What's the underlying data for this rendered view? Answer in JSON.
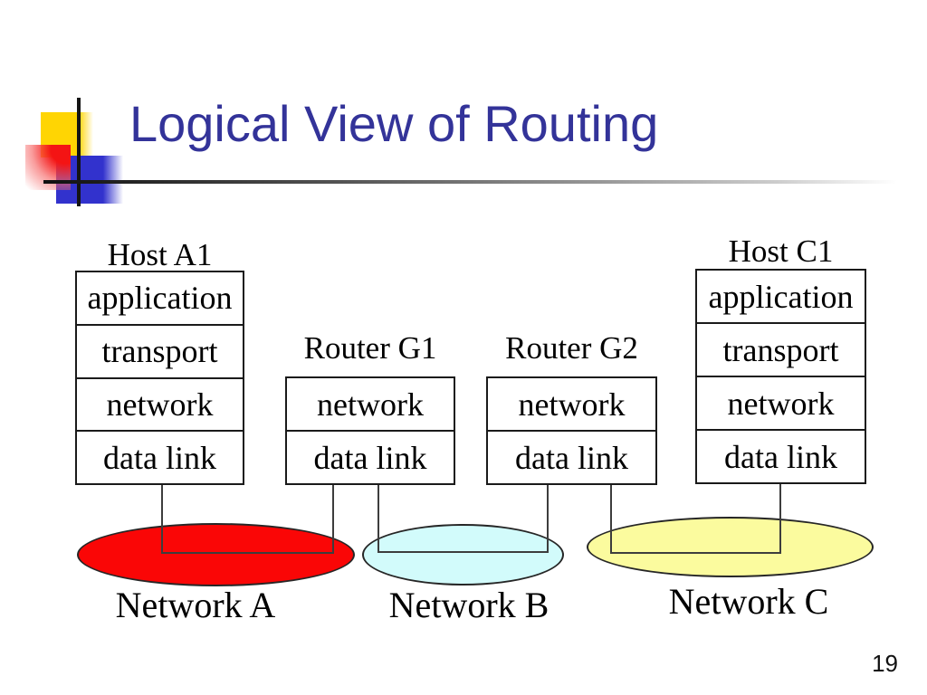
{
  "slide": {
    "title": "Logical View of Routing",
    "page_number": "19"
  },
  "colors": {
    "title": "#333399",
    "network_a_fill": "#fa0606",
    "network_b_fill": "#d2fbfb",
    "network_c_fill": "#fbfb9e",
    "decor_yellow": "#ffd503",
    "decor_blue": "#3232cd",
    "decor_red": "#f41414"
  },
  "nodes": [
    {
      "label": "Host A1",
      "layers": [
        "application",
        "transport",
        "network",
        "data link"
      ]
    },
    {
      "label": "Router G1",
      "layers": [
        "network",
        "data link"
      ]
    },
    {
      "label": "Router G2",
      "layers": [
        "network",
        "data link"
      ]
    },
    {
      "label": "Host C1",
      "layers": [
        "application",
        "transport",
        "network",
        "data link"
      ]
    }
  ],
  "networks": [
    {
      "label": "Network A"
    },
    {
      "label": "Network B"
    },
    {
      "label": "Network C"
    }
  ]
}
